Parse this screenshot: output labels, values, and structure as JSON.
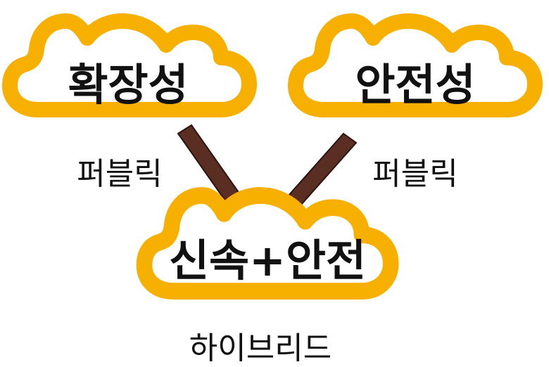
{
  "colors": {
    "cloud_outline": "#f7b000",
    "cloud_fill": "#ffffff",
    "connector": "#5a2e22",
    "connector_edge": "#2b1410",
    "text": "#111111"
  },
  "clouds": {
    "left": {
      "title": "확장성",
      "caption": "퍼블릭"
    },
    "right": {
      "title": "안전성",
      "caption": "퍼블릭"
    },
    "bottom": {
      "title": "신속+안전",
      "caption": "하이브리드"
    }
  }
}
